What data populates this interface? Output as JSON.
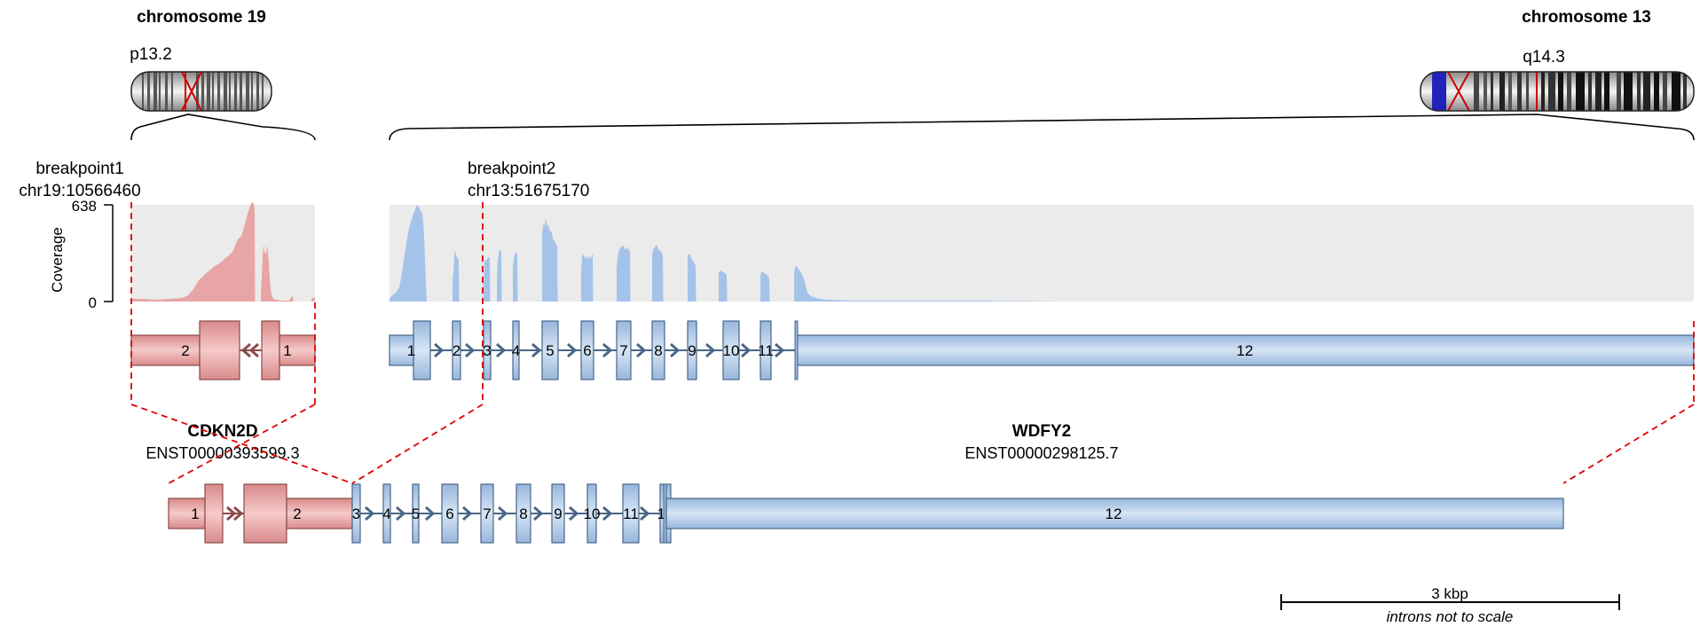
{
  "colors": {
    "gene5": "#e8a5a5",
    "gene5_edge": "#8b4a4a",
    "gene5_arrow": "#8b4a4a",
    "gene3": "#b8cfe8",
    "gene3_edge": "#4a6688",
    "gene3_arrow": "#4a6688",
    "coverage_bg": "#ebebeb",
    "breakpoint": "#e00000",
    "centromere": "#cc0000",
    "chr13_band_highlight": "#2222bb"
  },
  "chromosome1": {
    "title": "chromosome 19",
    "band": "p13.2"
  },
  "chromosome2": {
    "title": "chromosome 13",
    "band": "q14.3"
  },
  "breakpoint1": {
    "label": "breakpoint1",
    "position": "chr19:10566460"
  },
  "breakpoint2": {
    "label": "breakpoint2",
    "position": "chr13:51675170"
  },
  "coverage": {
    "axis_title": "Coverage",
    "max_label": "638",
    "min_label": "0"
  },
  "gene1": {
    "name": "CDKN2D",
    "transcript": "ENST00000393599.3",
    "exon_labels": [
      "2",
      "1"
    ]
  },
  "gene2": {
    "name": "WDFY2",
    "transcript": "ENST00000298125.7",
    "exon_labels": [
      "1",
      "2",
      "3",
      "4",
      "5",
      "6",
      "7",
      "8",
      "9",
      "10",
      "11",
      "12"
    ]
  },
  "fusion": {
    "exon_labels": [
      "1",
      "2",
      "3",
      "4",
      "5",
      "6",
      "7",
      "8",
      "9",
      "10",
      "11",
      "12"
    ]
  },
  "scale_bar": {
    "label": "3 kbp",
    "note": "introns not to scale"
  }
}
